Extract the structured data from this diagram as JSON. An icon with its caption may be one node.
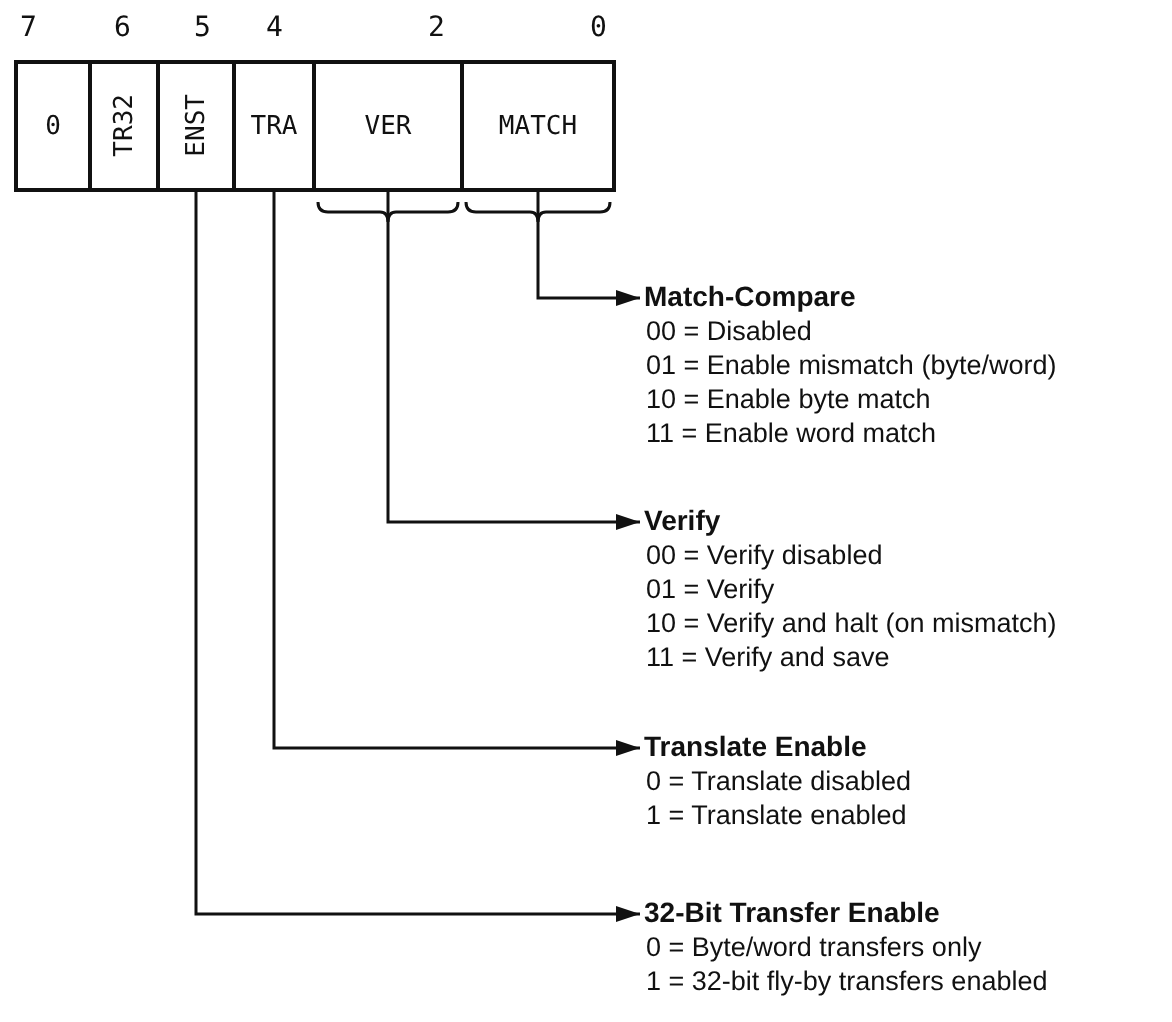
{
  "diagram": {
    "nodes": [
      {
        "text": [
          "0"
        ]
      },
      {
        "text": [
          "TR32"
        ]
      },
      {
        "text": [
          "ENST"
        ]
      },
      {
        "text": [
          "TRA"
        ]
      },
      {
        "text": [
          "VER"
        ]
      },
      {
        "text": [
          "MATCH"
        ]
      },
      {
        "text": [
          "Match-Compare",
          "00 = Disabled",
          "01 = Enable mismatch (byte/word)",
          "10 = Enable byte match",
          "11 = Enable word match"
        ]
      },
      {
        "text": [
          "Verify",
          "00 = Verify disabled",
          "01 = Verify",
          "10 = Verify and halt (on mismatch)",
          "11 = Verify and save"
        ]
      },
      {
        "text": [
          "Translate Enable",
          "0 = Translate disabled",
          "1 = Translate enabled"
        ]
      },
      {
        "text": [
          "32-Bit Transfer Enable",
          "0 = Byte/word transfers only",
          "1 = 32-bit fly-by transfers enabled"
        ]
      }
    ],
    "edges": [
      {
        "from": 5,
        "to": 6,
        "arrow": "to"
      },
      {
        "from": 4,
        "to": 7,
        "arrow": "to"
      },
      {
        "from": 3,
        "to": 8,
        "arrow": "to"
      },
      {
        "from": 2,
        "to": 9,
        "arrow": "to"
      }
    ],
    "labels": [
      "7",
      "6",
      "5",
      "4",
      "2",
      "0"
    ]
  }
}
